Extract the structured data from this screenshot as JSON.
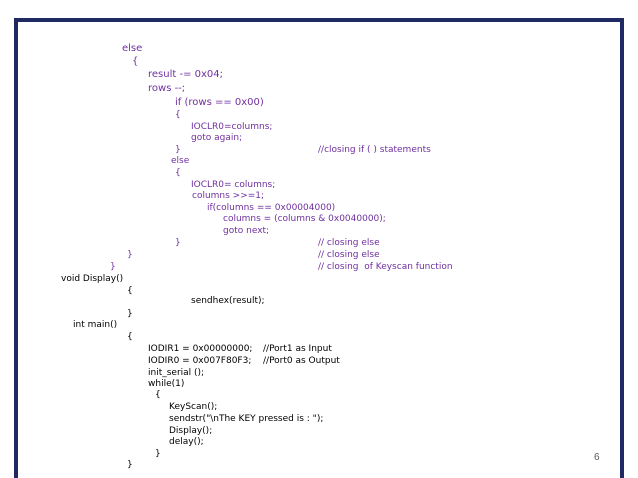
{
  "slide": {
    "page_number": "6"
  },
  "code": {
    "else1": "else",
    "brace_open1": "{",
    "result_line": "result -= 0x04;",
    "rows_line": "rows --;",
    "if_rows": "if (rows == 0x00)",
    "brace_open2": "{",
    "ioclr_columns": "IOCLR0=columns;",
    "goto_again": "goto again;",
    "brace_close2": "}",
    "comment_closing_if": "//closing if ( ) statements",
    "else2": "else",
    "brace_open3": "{",
    "ioclr_columns2": "IOCLR0= columns;",
    "columns_shift": "columns >>=1;",
    "if_columns": "if(columns == 0x00004000)",
    "columns_assign": "columns = (columns & 0x0040000);",
    "goto_next": "goto next;",
    "brace_close3": "}",
    "comment_closing_else1": "// closing else",
    "brace_close4": "}",
    "comment_closing_else2": "// closing else",
    "brace_close5": "}",
    "comment_closing_keyscan": "// closing  of Keyscan function",
    "void_display": "void Display()",
    "brace_open6": "{",
    "sendhex": "sendhex(result);",
    "brace_close6": "}",
    "int_main": "int main()",
    "brace_open7": "{",
    "iodir1": "IODIR1 = 0x00000000;",
    "comment_port1": "//Port1 as Input",
    "iodir0": "IODIR0 = 0x007F80F3;",
    "comment_port0": "//Port0 as Output",
    "init_serial": "init_serial ();",
    "while1": "while(1)",
    "brace_open8": "{",
    "keyscan": "KeyScan();",
    "sendstr": "sendstr(\"\\nThe KEY pressed is : \");",
    "display_call": "Display();",
    "delay_call": "delay();",
    "brace_close8": "}",
    "brace_close7": "}"
  }
}
